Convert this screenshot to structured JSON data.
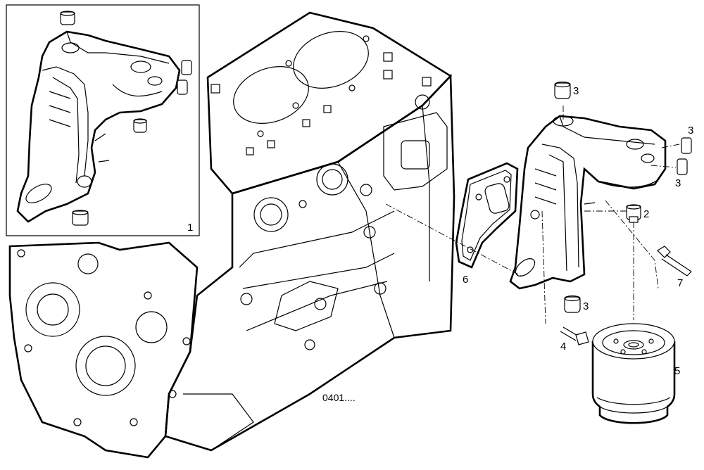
{
  "diagram": {
    "reference_code": "0401....",
    "callouts": {
      "inset_assembly": "1",
      "plug_upper": "3",
      "plug_right_top": "3",
      "plug_right_bottom": "3",
      "plug_lower": "3",
      "plug_2": "2",
      "bolt_4": "4",
      "filter_5": "5",
      "gasket_6": "6",
      "bolt_7": "7"
    }
  }
}
